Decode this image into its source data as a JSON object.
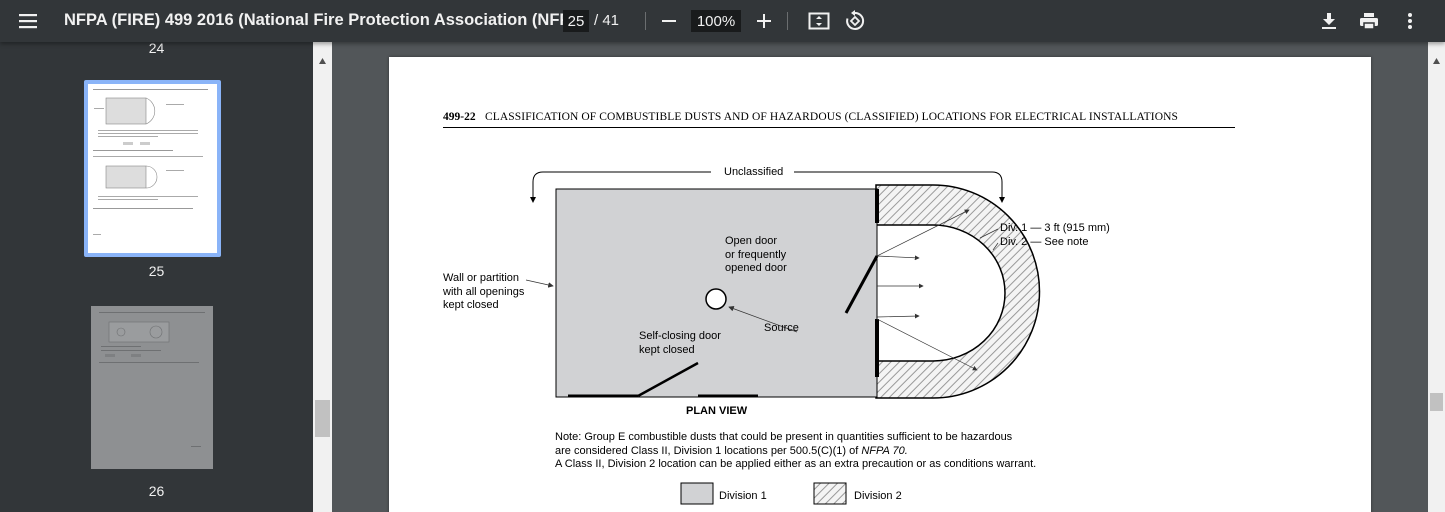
{
  "toolbar": {
    "title": "NFPA (FIRE) 499 2016 (National Fire Protection Association (NFP...",
    "page_current": "25",
    "page_total": "/ 41",
    "zoom": "100%",
    "icons": [
      "menu-icon",
      "zoom-out-icon",
      "zoom-in-icon",
      "fit-page-icon",
      "rotate-icon",
      "download-icon",
      "print-icon",
      "more-icon"
    ]
  },
  "sidebar": {
    "prev_label": "24",
    "thumbnails": [
      {
        "label": "25",
        "selected": true
      },
      {
        "label": "26",
        "selected": false
      }
    ]
  },
  "document": {
    "header_code": "499-22",
    "header_title": "CLASSIFICATION OF COMBUSTIBLE DUSTS AND OF HAZARDOUS (CLASSIFIED) LOCATIONS FOR ELECTRICAL INSTALLATIONS",
    "figure": {
      "unclassified": "Unclassified",
      "div1": "Div. 1 — 3 ft (915 mm)",
      "div2": "Div. 2 — See note",
      "wall_1": "Wall or partition",
      "wall_2": "with all openings",
      "wall_3": "kept closed",
      "open_1": "Open door",
      "open_2": "or frequently",
      "open_3": "opened door",
      "source": "Source",
      "self_1": "Self-closing door",
      "self_2": "kept closed",
      "plan_view": "PLAN VIEW"
    },
    "note_1": "Note: Group E combustible dusts that could be present in quantities sufficient to be hazardous",
    "note_2": "are considered Class II, Division 1 locations per 500.5(C)(1) of",
    "note_2_italic": "NFPA 70.",
    "note_3": "A Class II, Division 2 location can be applied either as an extra precaution or as conditions warrant.",
    "legend_div1": "Division 1",
    "legend_div2": "Division 2"
  },
  "colors": {
    "toolbar_bg": "#323639",
    "viewer_bg": "#525659",
    "thumb_selected_border": "#8ab4f8",
    "division1_fill": "#d1d2d4"
  }
}
